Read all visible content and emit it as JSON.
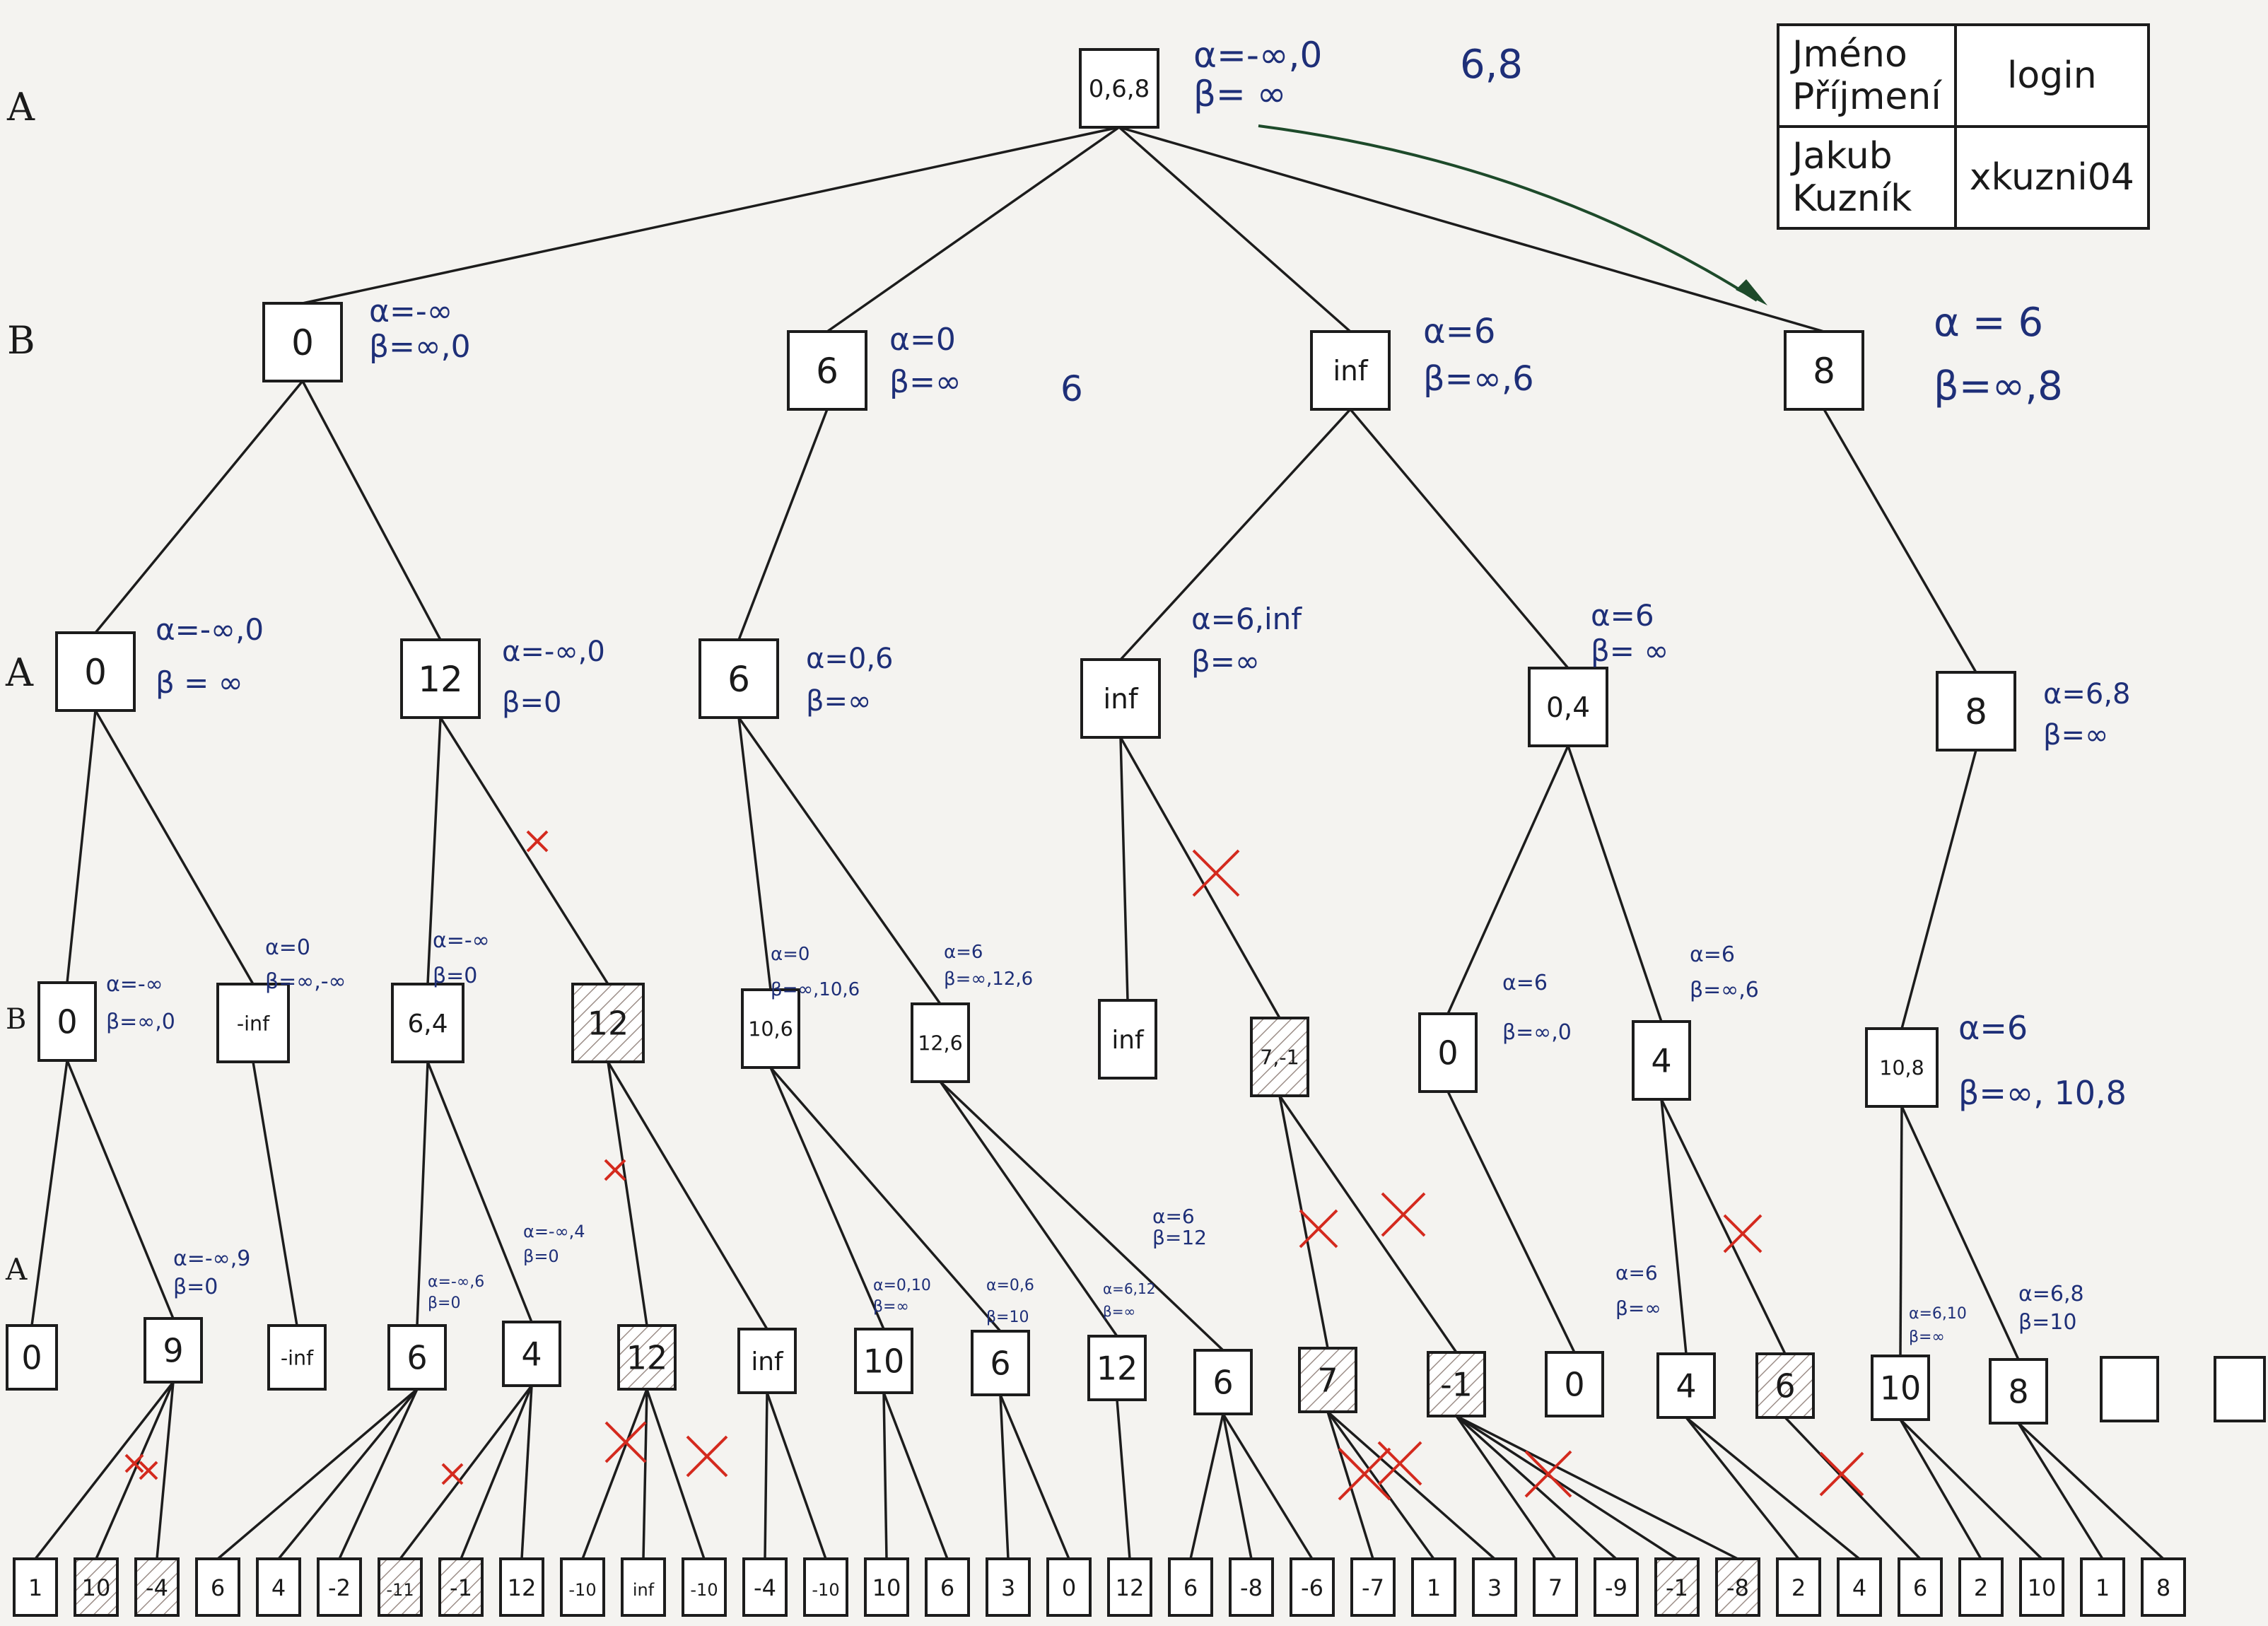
{
  "student_table": {
    "header_name": "Jméno Příjmení",
    "header_login": "login",
    "name": "Jakub Kuzník",
    "login": "xkuzni04"
  },
  "level_labels": {
    "A1": "A",
    "B1": "B",
    "A2": "A",
    "B2": "B",
    "A3": "A"
  },
  "colors": {
    "ink": "#1c1c1c",
    "notes": "#1e2f78",
    "cuts": "#d42a1e",
    "arrow": "#1d4a2a"
  },
  "tree": {
    "root": {
      "value": "0,6,8",
      "alpha": "α=-∞,0",
      "beta": "β= ∞",
      "extra": "6,8"
    },
    "b_nodes": [
      {
        "value": "0",
        "alpha": "α=-∞",
        "beta": "β=∞,0"
      },
      {
        "value": "6",
        "alpha": "α=0",
        "beta": "β=∞",
        "extra": "6"
      },
      {
        "value": "inf",
        "alpha": "α=6",
        "beta": "β=∞,6"
      },
      {
        "value": "8",
        "alpha": "α = 6",
        "beta": "β=∞,8"
      }
    ],
    "a_nodes": [
      {
        "value": "0",
        "alpha": "α=-∞,0",
        "beta": "β = ∞"
      },
      {
        "value": "12",
        "alpha": "α=-∞,0",
        "beta": "β=0"
      },
      {
        "value": "6",
        "alpha": "α=0,6",
        "beta": "β=∞"
      },
      {
        "value": "inf",
        "alpha": "α=6,inf",
        "beta": "β=∞"
      },
      {
        "value": "0,4",
        "alpha": "α=6",
        "beta": "β= ∞"
      },
      {
        "value": "8",
        "alpha": "α=6,8",
        "beta": "β=∞"
      }
    ],
    "b2_nodes": [
      {
        "value": "0",
        "alpha": "α=-∞",
        "beta": "β=∞,0"
      },
      {
        "value": "-inf",
        "alpha": "α=0",
        "beta": "β=∞,-∞"
      },
      {
        "value": "6,4",
        "alpha": "α=-∞",
        "beta": "β=0"
      },
      {
        "value": "12"
      },
      {
        "value": "10,6",
        "alpha": "α=0",
        "beta": "β=∞,10,6"
      },
      {
        "value": "12,6",
        "alpha": "α=6",
        "beta": "β=∞,12,6"
      },
      {
        "value": "inf"
      },
      {
        "value": "7,-1"
      },
      {
        "value": "0",
        "alpha": "α=6",
        "beta": "β=∞,0"
      },
      {
        "value": "4",
        "alpha": "α=6",
        "beta": "β=∞,6"
      },
      {
        "value": "10,8",
        "alpha": "α=6",
        "beta": "β=∞, 10,8"
      }
    ],
    "a3_nodes": [
      {
        "value": "0"
      },
      {
        "value": "9",
        "alpha": "α=-∞,9",
        "beta": "β=0"
      },
      {
        "value": "-inf"
      },
      {
        "value": "6",
        "alpha": "α=-∞,6",
        "beta": "β=0"
      },
      {
        "value": "4",
        "alpha": "α=-∞,4",
        "beta": "β=0"
      },
      {
        "value": "12"
      },
      {
        "value": "inf"
      },
      {
        "value": "10",
        "alpha": "α=0,10",
        "beta": "β=∞"
      },
      {
        "value": "6",
        "alpha": "α=0,6",
        "beta": "β=10"
      },
      {
        "value": "12",
        "alpha": "α=6,12",
        "beta": "β=∞"
      },
      {
        "value": "6",
        "alpha": "α=6",
        "beta": "β=12"
      },
      {
        "value": "7"
      },
      {
        "value": "-1"
      },
      {
        "value": "0"
      },
      {
        "value": "4",
        "alpha": "α=6",
        "beta": "β=∞"
      },
      {
        "value": "6"
      },
      {
        "value": "10",
        "alpha": "α=6,10",
        "beta": "β=∞"
      },
      {
        "value": "8",
        "alpha": "α=6,8",
        "beta": "β=10"
      },
      {
        "value": ""
      },
      {
        "value": ""
      }
    ],
    "leaves": [
      "1",
      "10",
      "-4",
      "6",
      "4",
      "-2",
      "-11",
      "-1",
      "12",
      "-10",
      "inf",
      "-10",
      "-4",
      "-10",
      "10",
      "6",
      "3",
      "0",
      "12",
      "6",
      "-8",
      "-6",
      "-7",
      "1",
      "3",
      "7",
      "-9",
      "-1",
      "-8",
      "2",
      "4",
      "6",
      "2",
      "10",
      "1",
      "8"
    ]
  }
}
